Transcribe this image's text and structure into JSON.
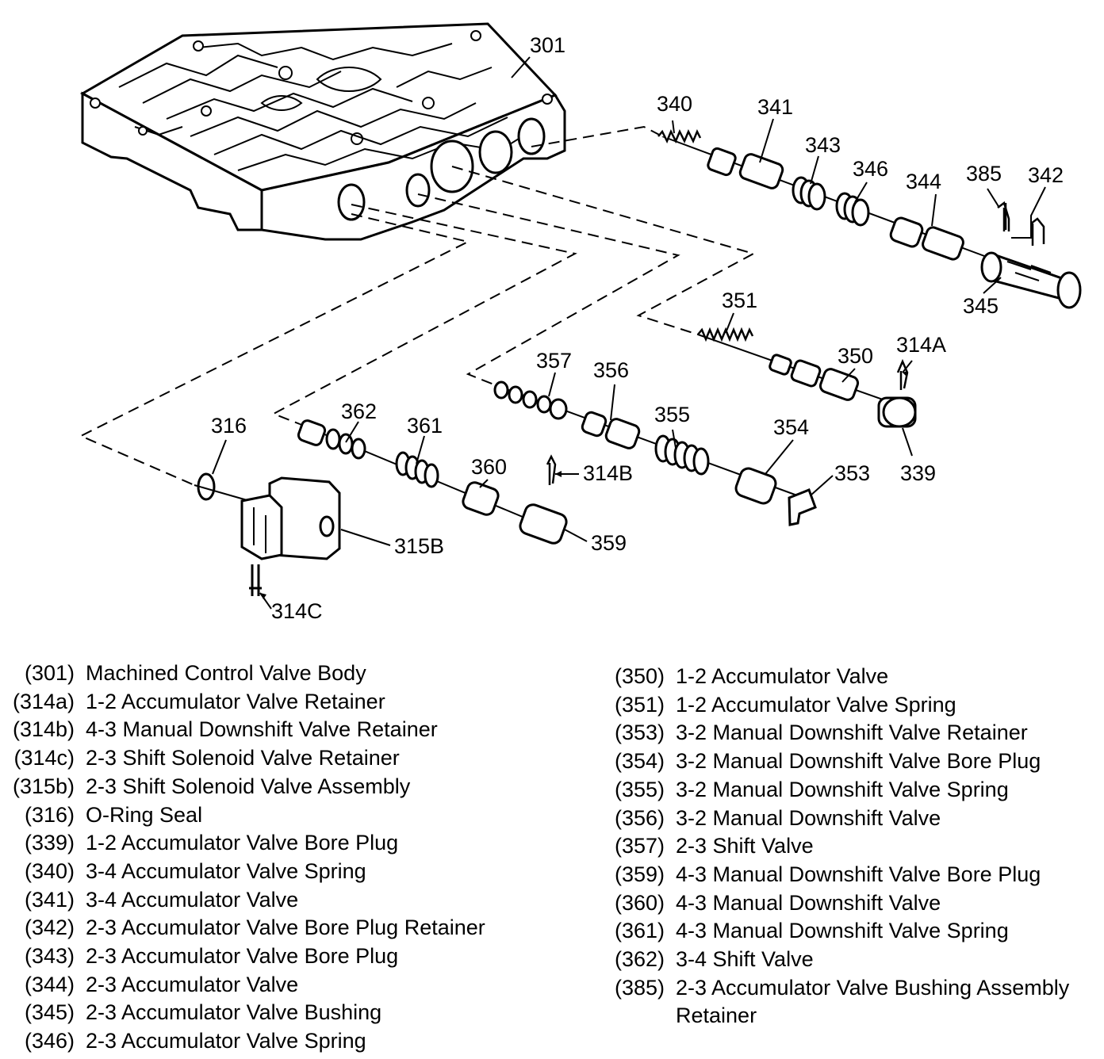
{
  "callouts": {
    "c301": "301",
    "c340": "340",
    "c341": "341",
    "c343": "343",
    "c346": "346",
    "c344": "344",
    "c385": "385",
    "c342": "342",
    "c345": "345",
    "c351": "351",
    "c350": "350",
    "c314A": "314A",
    "c339": "339",
    "c357": "357",
    "c356": "356",
    "c355": "355",
    "c354": "354",
    "c353": "353",
    "c362": "362",
    "c361": "361",
    "c360": "360",
    "c314B": "314B",
    "c359": "359",
    "c316": "316",
    "c315B": "315B",
    "c314C": "314C"
  },
  "legend_left": [
    {
      "code": "(301)",
      "desc": "Machined Control Valve Body"
    },
    {
      "code": "(314a)",
      "desc": "1-2 Accumulator Valve Retainer"
    },
    {
      "code": "(314b)",
      "desc": "4-3 Manual Downshift Valve Retainer"
    },
    {
      "code": "(314c)",
      "desc": "2-3 Shift Solenoid Valve Retainer"
    },
    {
      "code": "(315b)",
      "desc": "2-3 Shift Solenoid Valve Assembly"
    },
    {
      "code": "(316)",
      "desc": "O-Ring Seal"
    },
    {
      "code": "(339)",
      "desc": "1-2 Accumulator Valve Bore Plug"
    },
    {
      "code": "(340)",
      "desc": "3-4 Accumulator Valve Spring"
    },
    {
      "code": "(341)",
      "desc": "3-4 Accumulator Valve"
    },
    {
      "code": "(342)",
      "desc": "2-3 Accumulator Valve Bore Plug Retainer"
    },
    {
      "code": "(343)",
      "desc": "2-3 Accumulator Valve Bore Plug"
    },
    {
      "code": "(344)",
      "desc": "2-3 Accumulator Valve"
    },
    {
      "code": "(345)",
      "desc": "2-3 Accumulator Valve Bushing"
    },
    {
      "code": "(346)",
      "desc": "2-3 Accumulator Valve Spring"
    }
  ],
  "legend_right": [
    {
      "code": "(350)",
      "desc": "1-2 Accumulator Valve"
    },
    {
      "code": "(351)",
      "desc": "1-2 Accumulator Valve Spring"
    },
    {
      "code": "(353)",
      "desc": "3-2 Manual Downshift Valve Retainer"
    },
    {
      "code": "(354)",
      "desc": "3-2 Manual Downshift Valve Bore Plug"
    },
    {
      "code": "(355)",
      "desc": "3-2 Manual Downshift Valve Spring"
    },
    {
      "code": "(356)",
      "desc": "3-2 Manual Downshift Valve"
    },
    {
      "code": "(357)",
      "desc": "2-3 Shift Valve"
    },
    {
      "code": "(359)",
      "desc": "4-3 Manual Downshift Valve Bore Plug"
    },
    {
      "code": "(360)",
      "desc": "4-3 Manual Downshift Valve"
    },
    {
      "code": "(361)",
      "desc": "4-3 Manual Downshift Valve Spring"
    },
    {
      "code": "(362)",
      "desc": "3-4 Shift Valve"
    },
    {
      "code": "(385)",
      "desc": "2-3 Accumulator Valve Bushing Assembly Retainer"
    }
  ]
}
